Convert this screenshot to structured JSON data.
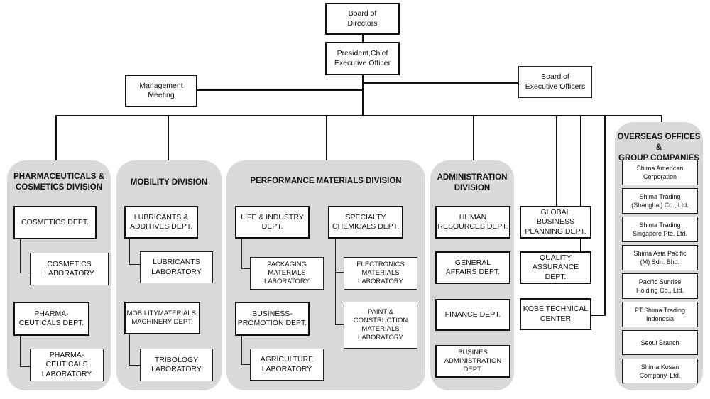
{
  "top": {
    "board": "Board of\nDirectors",
    "president": "President,Chief\nExecutive Officer",
    "management_meeting": "Management\nMeeting",
    "board_exec": "Board of\nExecutive Officers"
  },
  "pharma": {
    "title": "PHARMACEUTICALS &\nCOSMETICS DIVISION",
    "cosmetics_dept": "COSMETICS DEPT.",
    "cosmetics_lab": "COSMETICS\nLABORATORY",
    "pharma_dept": "PHARMA-\nCEUTICALS DEPT.",
    "pharma_lab": "PHARMA-\nCEUTICALS\nLABORATORY"
  },
  "mobility": {
    "title": "MOBILITY DIVISION",
    "lubricants_dept": "LUBRICANTS &\nADDITIVES DEPT.",
    "lubricants_lab": "LUBRICANTS\nLABORATORY",
    "materials_dept": "MOBILITYMATERIALS,\nMACHINERY DEPT.",
    "tribology_lab": "TRIBOLOGY\nLABORATORY"
  },
  "performance": {
    "title": "PERFORMANCE MATERIALS DIVISION",
    "life_dept": "LIFE & INDUSTRY\nDEPT.",
    "packaging_lab": "PACKAGING\nMATERIALS\nLABORATORY",
    "business_dept": "BUSINESS-\nPROMOTION DEPT.",
    "agriculture_lab": "AGRICULTURE\nLABORATORY",
    "specialty_dept": "SPECIALTY\nCHEMICALS DEPT.",
    "electronics_lab": "ELECTRONICS\nMATERIALS\nLABORATORY",
    "paint_lab": "PAINT &\nCONSTRUCTION\nMATERIALS\nLABORATORY"
  },
  "admin": {
    "title": "ADMINISTRATION\nDIVISION",
    "hr": "HUMAN\nRESOURCES DEPT.",
    "general": "GENERAL\nAFFAIRS DEPT.",
    "finance": "FINANCE DEPT.",
    "business_admin": "BUSINES\nADMINISTRATION\nDEPT."
  },
  "independent": {
    "global_planning": "GLOBAL BUSINESS\nPLANNING DEPT.",
    "quality": "QUALITY\nASSURANCE DEPT.",
    "kobe": "KOBE TECHNICAL\nCENTER"
  },
  "overseas": {
    "title": "OVERSEAS OFFICES &\nGROUP COMPANIES",
    "offices": [
      "Shima American\nCorporation",
      "Shima Trading\n(Shanghai) Co., Ltd.",
      "Shima Trading\nSingapore Pte. Ltd.",
      "Shima Asia Pacific\n(M) Sdn. Bhd.",
      "Pacific Sunrise\nHolding Co., Ltd.",
      "PT.Shima Trading\nIndonesia",
      "Seoul Branch",
      "Shima Kosan\nCompany, Ltd."
    ]
  }
}
